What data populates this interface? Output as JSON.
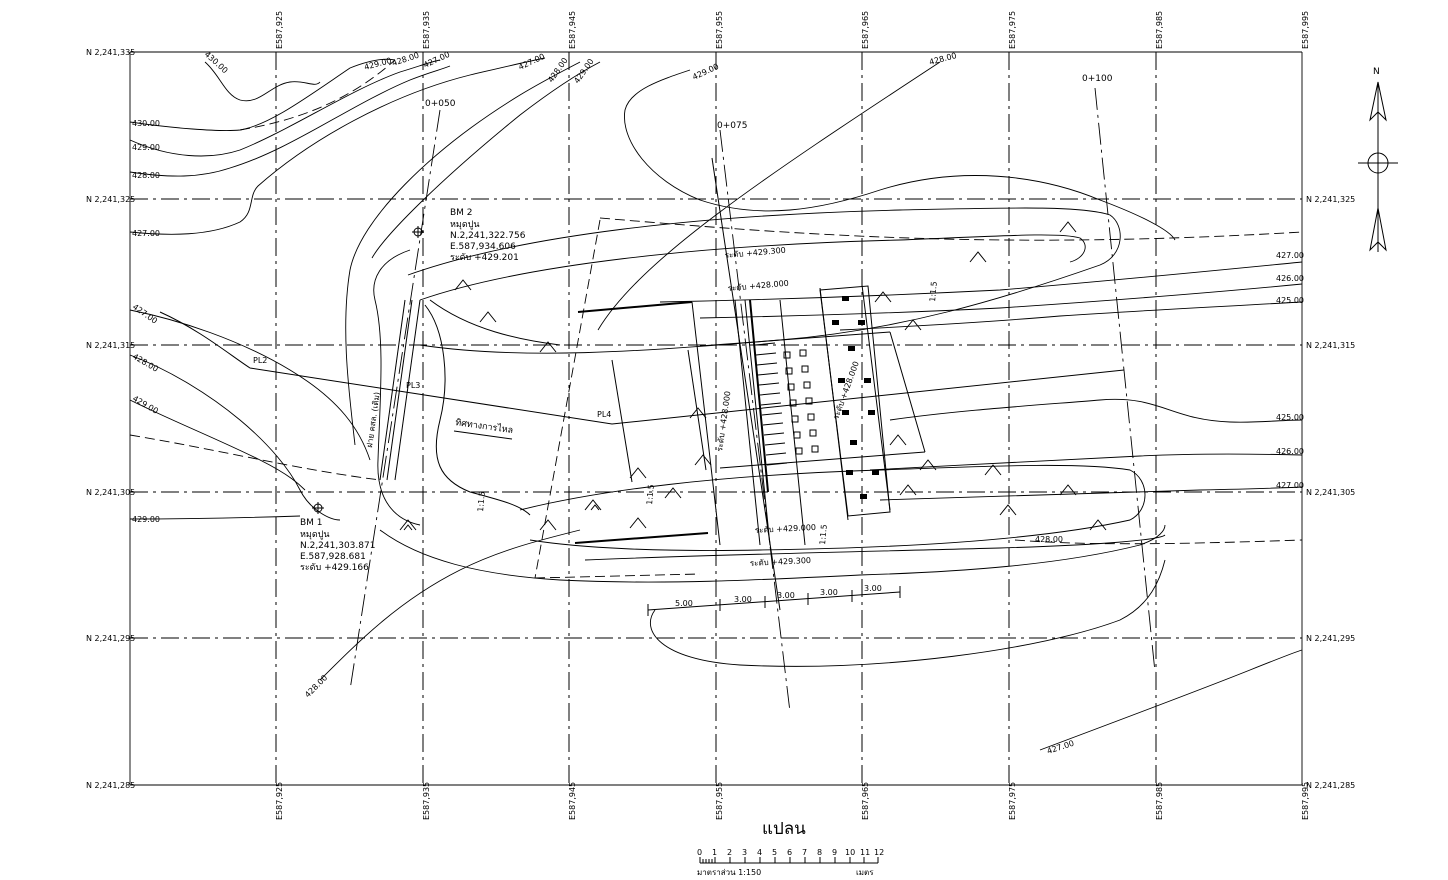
{
  "grid": {
    "northings": [
      "N 2,241,335",
      "N 2,241,325",
      "N 2,241,315",
      "N 2,241,305",
      "N 2,241,295",
      "N 2,241,285"
    ],
    "eastings": [
      "E587,925",
      "E587,935",
      "E587,945",
      "E587,955",
      "E587,965",
      "E587,975",
      "E587,985",
      "E587,995"
    ]
  },
  "contours": {
    "c430a": "430.00",
    "c430b": "430.00",
    "c429a": "429.00",
    "c428a": "428.00",
    "c427a": "427.00",
    "c429b": "429.00",
    "c428b": "428.00",
    "c427b": "427.00",
    "c427c": "427.00",
    "c428c": "428.00",
    "c429c": "429.00",
    "c429d": "429.00",
    "c428d": "428.00",
    "c427d": "427.00",
    "c426a": "426.00",
    "c425a": "425.00",
    "c425b": "425.00",
    "c426b": "426.00",
    "c427e": "427.00",
    "c428e": "428.00",
    "c429e": "429.00",
    "c428f": "428.00",
    "c427f": "427.00",
    "c429f": "429.00",
    "c428g": "428.00"
  },
  "stations": {
    "s050": "0+050",
    "s075": "0+075",
    "s100": "0+100"
  },
  "benchmarks": {
    "bm2": {
      "name": "BM 2",
      "type": "หมุดปูน",
      "north": "N.2,241,322.756",
      "east": "E.587,934.606",
      "level": "ระดับ +429.201"
    },
    "bm1": {
      "name": "BM 1",
      "type": "หมุดปูน",
      "north": "N.2,241,303.871",
      "east": "E.587,928.681",
      "level": "ระดับ +429.166"
    }
  },
  "profile_labels": {
    "pl2": "PL2",
    "pl3": "PL3",
    "pl4": "PL4"
  },
  "annotations": {
    "flow_direction": "ทิศทางการไหล",
    "ditch": "ฝาย คสล. (เดิม)",
    "elev_top": "ระดับ +429.300",
    "elev_mid": "ระดับ +428.000",
    "elev_bot1": "ระดับ +429.000",
    "elev_bot2": "ระดับ +429.300",
    "elev_v1": "ระดับ +428.000",
    "elev_v2": "ระดับ +428.000",
    "slope": "1:1.5"
  },
  "dimensions": [
    "5.00",
    "3.00",
    "3.00",
    "3.00",
    "3.00"
  ],
  "north_arrow": {
    "label": "N"
  },
  "title": "แปลน",
  "scale_bar": {
    "ticks": [
      "0",
      "1",
      "2",
      "3",
      "4",
      "5",
      "6",
      "7",
      "8",
      "9",
      "10",
      "11",
      "12"
    ],
    "scale_text": "มาตราส่วน  1:150",
    "unit": "เมตร"
  }
}
